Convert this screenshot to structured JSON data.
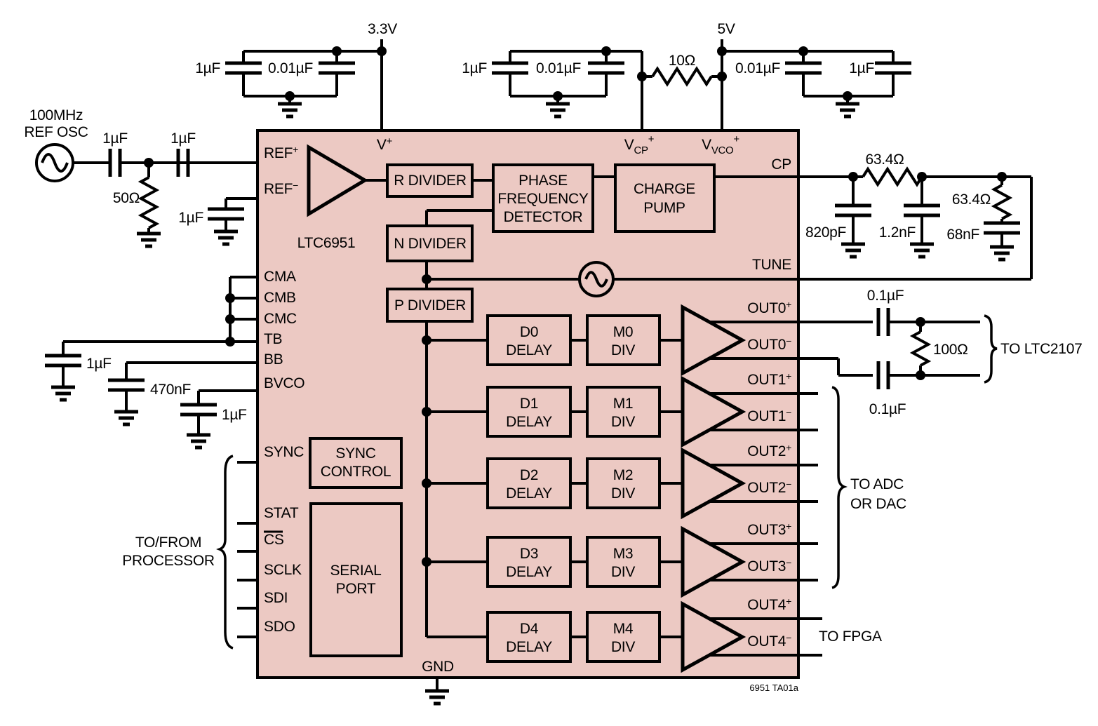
{
  "colors": {
    "chip_fill": "#ecc9c3",
    "wire": "#000000",
    "background": "#ffffff"
  },
  "supplies": {
    "rail_33": "3.3V",
    "rail_5": "5V"
  },
  "chip": {
    "part_number": "LTC6951",
    "top_pins": [
      {
        "base": "V",
        "sup": "+"
      },
      {
        "base": "V",
        "sub": "CP",
        "sup": "+"
      },
      {
        "base": "V",
        "sub": "VCO",
        "sup": "+"
      }
    ],
    "left_pins": [
      {
        "t": "REF",
        "sup": "+"
      },
      {
        "t": "REF",
        "sup": "−"
      },
      {
        "t": "CMA"
      },
      {
        "t": "CMB"
      },
      {
        "t": "CMC"
      },
      {
        "t": "TB"
      },
      {
        "t": "BB"
      },
      {
        "t": "BVCO"
      },
      {
        "t": "SYNC"
      },
      {
        "t": "STAT"
      },
      {
        "t": "CS",
        "overline": true
      },
      {
        "t": "SCLK"
      },
      {
        "t": "SDI"
      },
      {
        "t": "SDO"
      }
    ],
    "right_pins": [
      {
        "t": "CP"
      },
      {
        "t": "TUNE"
      },
      {
        "t": "OUT0",
        "sup": "+"
      },
      {
        "t": "OUT0",
        "sup": "−"
      },
      {
        "t": "OUT1",
        "sup": "+"
      },
      {
        "t": "OUT1",
        "sup": "−"
      },
      {
        "t": "OUT2",
        "sup": "+"
      },
      {
        "t": "OUT2",
        "sup": "−"
      },
      {
        "t": "OUT3",
        "sup": "+"
      },
      {
        "t": "OUT3",
        "sup": "−"
      },
      {
        "t": "OUT4",
        "sup": "+"
      },
      {
        "t": "OUT4",
        "sup": "−"
      }
    ],
    "bottom_pin": "GND",
    "blocks": {
      "r_divider": "R DIVIDER",
      "n_divider": "N DIVIDER",
      "p_divider": "P DIVIDER",
      "pfd": [
        "PHASE",
        "FREQUENCY",
        "DETECTOR"
      ],
      "charge_pump": [
        "CHARGE",
        "PUMP"
      ],
      "sync_control": [
        "SYNC",
        "CONTROL"
      ],
      "serial_port": [
        "SERIAL",
        "PORT"
      ],
      "delay_blocks": [
        [
          "D0",
          "DELAY"
        ],
        [
          "D1",
          "DELAY"
        ],
        [
          "D2",
          "DELAY"
        ],
        [
          "D3",
          "DELAY"
        ],
        [
          "D4",
          "DELAY"
        ]
      ],
      "div_blocks": [
        [
          "M0",
          "DIV"
        ],
        [
          "M1",
          "DIV"
        ],
        [
          "M2",
          "DIV"
        ],
        [
          "M3",
          "DIV"
        ],
        [
          "M4",
          "DIV"
        ]
      ]
    }
  },
  "parts": {
    "input_cap1": "1µF",
    "input_cap2": "1µF",
    "term_res": "50Ω",
    "refm_cap": "1µF",
    "v33_cap1": "1µF",
    "v33_cap2": "0.01µF",
    "v5_left_cap1": "1µF",
    "v5_left_cap2": "0.01µF",
    "supply_res": "10Ω",
    "v5_right_cap1": "0.01µF",
    "v5_right_cap2": "1µF",
    "lf_res1": "63.4Ω",
    "lf_cap1": "820pF",
    "lf_cap2": "1.2nF",
    "lf_res2": "63.4Ω",
    "lf_cap3": "68nF",
    "tb_cap": "1µF",
    "bb_cap": "470nF",
    "bvco_cap": "1µF",
    "out_cap_p": "0.1µF",
    "out_cap_n": "0.1µF",
    "out_res": "100Ω"
  },
  "annotations": {
    "osc_line1": "100MHz",
    "osc_line2": "REF OSC",
    "proc_line1": "TO/FROM",
    "proc_line2": "PROCESSOR",
    "to_ltc2107": "TO LTC2107",
    "adc_line1": "TO ADC",
    "adc_line2": "OR DAC",
    "to_fpga": "TO FPGA",
    "fig_id": "6951 TA01a"
  }
}
